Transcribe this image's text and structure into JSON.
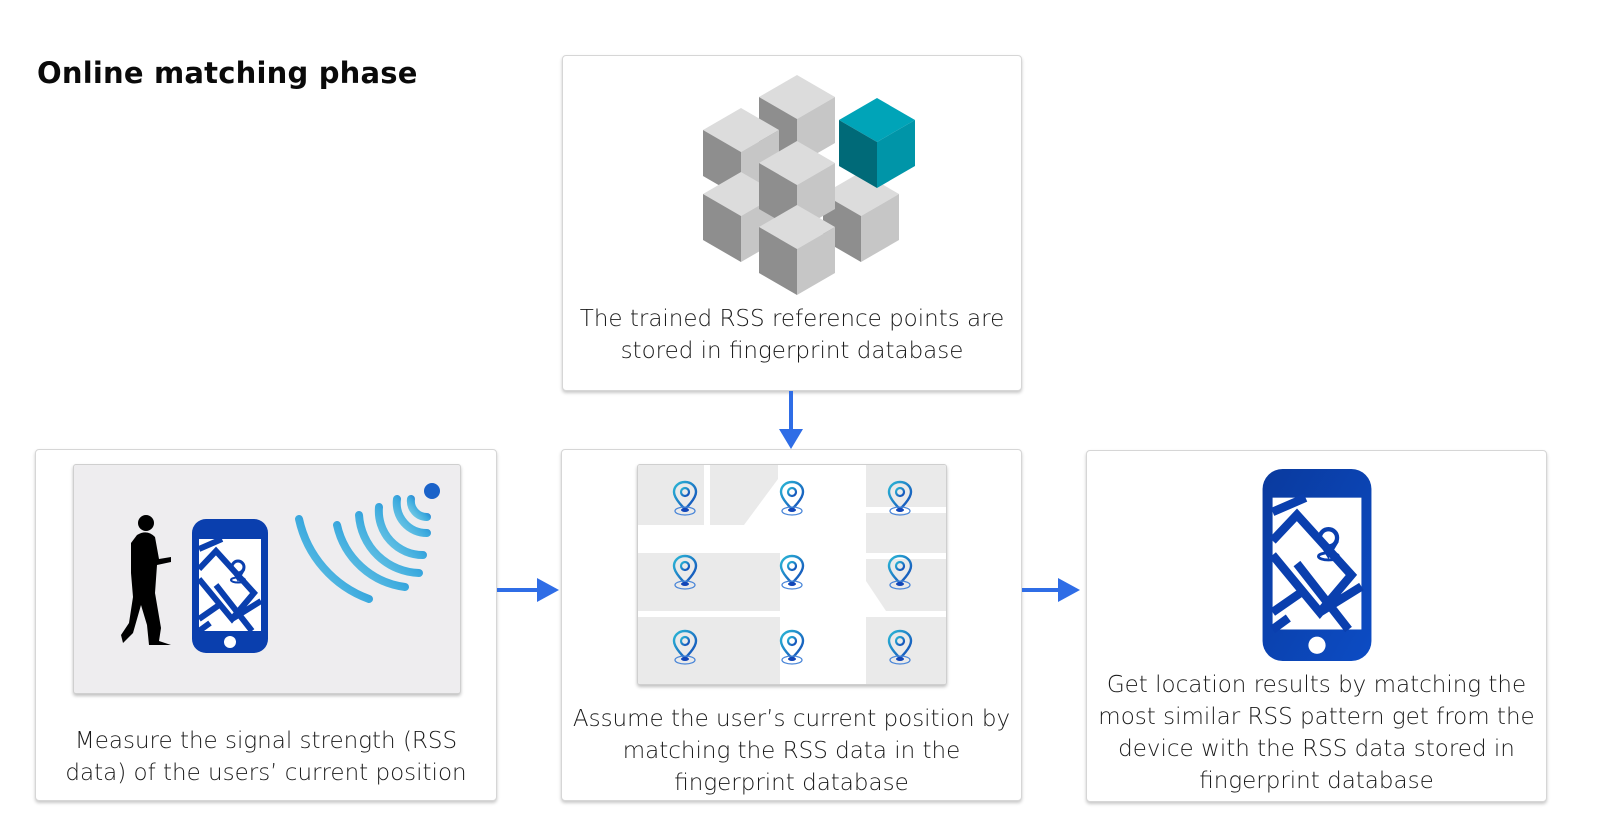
{
  "title": "Online matching phase",
  "steps": {
    "database": {
      "caption_line1": "The trained RSS reference points are",
      "caption_line2": "stored in fingerprint database",
      "icon": "cubes-database-icon"
    },
    "measure": {
      "caption_line1": "Measure the signal strength (RSS",
      "caption_line2": "data) of the users’ current position",
      "icon": "walking-user-phone-signal-icon"
    },
    "assume": {
      "caption_line1": "Assume the user’s current position by",
      "caption_line2": "matching the RSS data in the",
      "caption_line3": "fingerprint database",
      "icon": "floorplan-reference-points-icon",
      "reference_point_count": 9
    },
    "result": {
      "caption_line1": "Get location results by matching the",
      "caption_line2": "most similar RSS pattern get from the",
      "caption_line3": "device with the RSS data stored in",
      "caption_line4": "fingerprint database",
      "icon": "phone-map-location-icon"
    }
  },
  "colors": {
    "arrow": "#2f6de6",
    "phone": "#0a3fae",
    "teal_cube": "#0099ad",
    "grey_cube": "#c8c8c8",
    "pin": "#1a8fd6"
  }
}
